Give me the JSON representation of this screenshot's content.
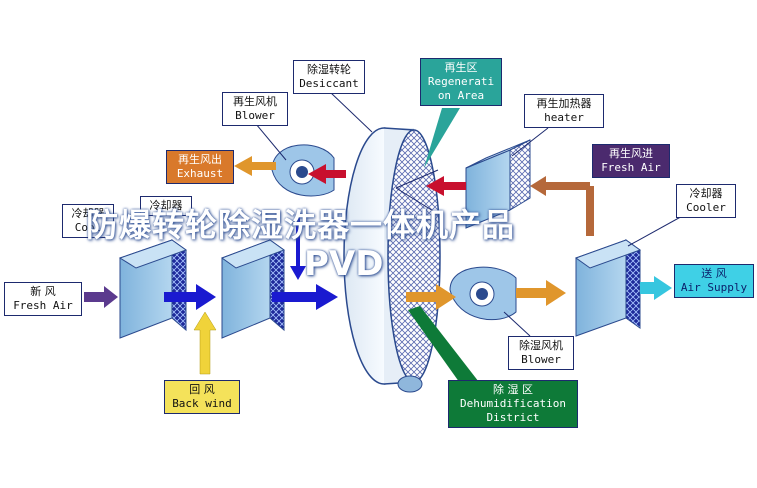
{
  "labels": {
    "desiccant": {
      "cn": "除湿转轮",
      "en": "Desiccant"
    },
    "regeneration": {
      "cn": "再生区",
      "en1": "Regenerati",
      "en2": "on Area"
    },
    "regen_blower": {
      "cn": "再生风机",
      "en": "Blower"
    },
    "regen_heater": {
      "cn": "再生加热器",
      "en": "heater"
    },
    "regen_exhaust": {
      "cn": "再生风出",
      "en": "Exhaust"
    },
    "regen_fresh_air": {
      "cn": "再生风进",
      "en": "Fresh Air"
    },
    "cooler_right": {
      "cn": "冷却器",
      "en": "Cooler"
    },
    "cooler_left1": {
      "cn": "冷却器",
      "en": "Cool"
    },
    "cooler_left2": {
      "cn": "冷却器",
      "en": ""
    },
    "fresh_air": {
      "cn": "新 风",
      "en": "Fresh Air"
    },
    "air_supply": {
      "cn": "送 风",
      "en": "Air Supply"
    },
    "back_wind": {
      "cn": "回 风",
      "en": "Back wind"
    },
    "dehum_blower": {
      "cn": "除湿风机",
      "en": "Blower"
    },
    "dehum_district": {
      "cn": "除 湿 区",
      "en1": "Dehumidification",
      "en2": "District"
    }
  },
  "overlay": {
    "line1": "防爆转轮除湿洗器一体机产品",
    "line2": "PVD"
  },
  "colors": {
    "arrow_blue": "#1a1ad0",
    "arrow_red": "#c8102e",
    "arrow_orange": "#e0962c",
    "arrow_purple": "#5b3a8e",
    "arrow_cyan": "#36c6df",
    "arrow_yellow": "#f0d33a",
    "arrow_brown": "#b5683a",
    "equipment_blue": "#8fc1e3",
    "callout_green": "#0e7a38",
    "callout_teal": "#2aa49a"
  }
}
